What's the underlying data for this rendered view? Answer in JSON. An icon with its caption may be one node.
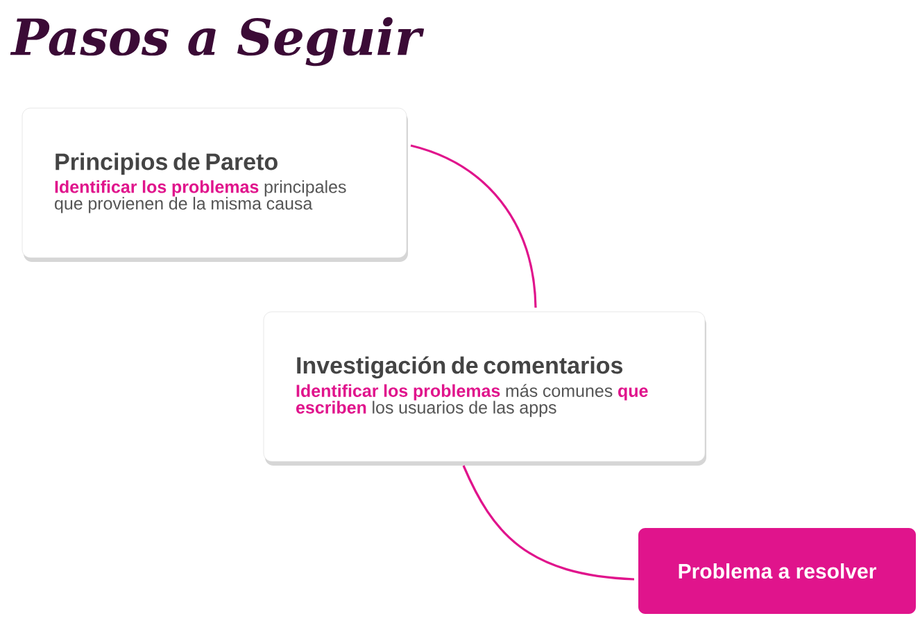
{
  "diagram": {
    "title": "Pasos a Seguir",
    "nodes": [
      {
        "text": [
          "Principios de Pareto",
          "**Identificar los problemas** principales que provienen de la misma causa"
        ]
      },
      {
        "text": [
          "Investigación de comentarios",
          "**Identificar los problemas** más comunes **que escriben** los usuarios de las apps"
        ]
      },
      {
        "text": [
          "Problema a resolver"
        ]
      }
    ],
    "edges": [
      {
        "from": 0,
        "to": 1,
        "arrow": "none"
      },
      {
        "from": 1,
        "to": 2,
        "arrow": "none"
      }
    ]
  }
}
